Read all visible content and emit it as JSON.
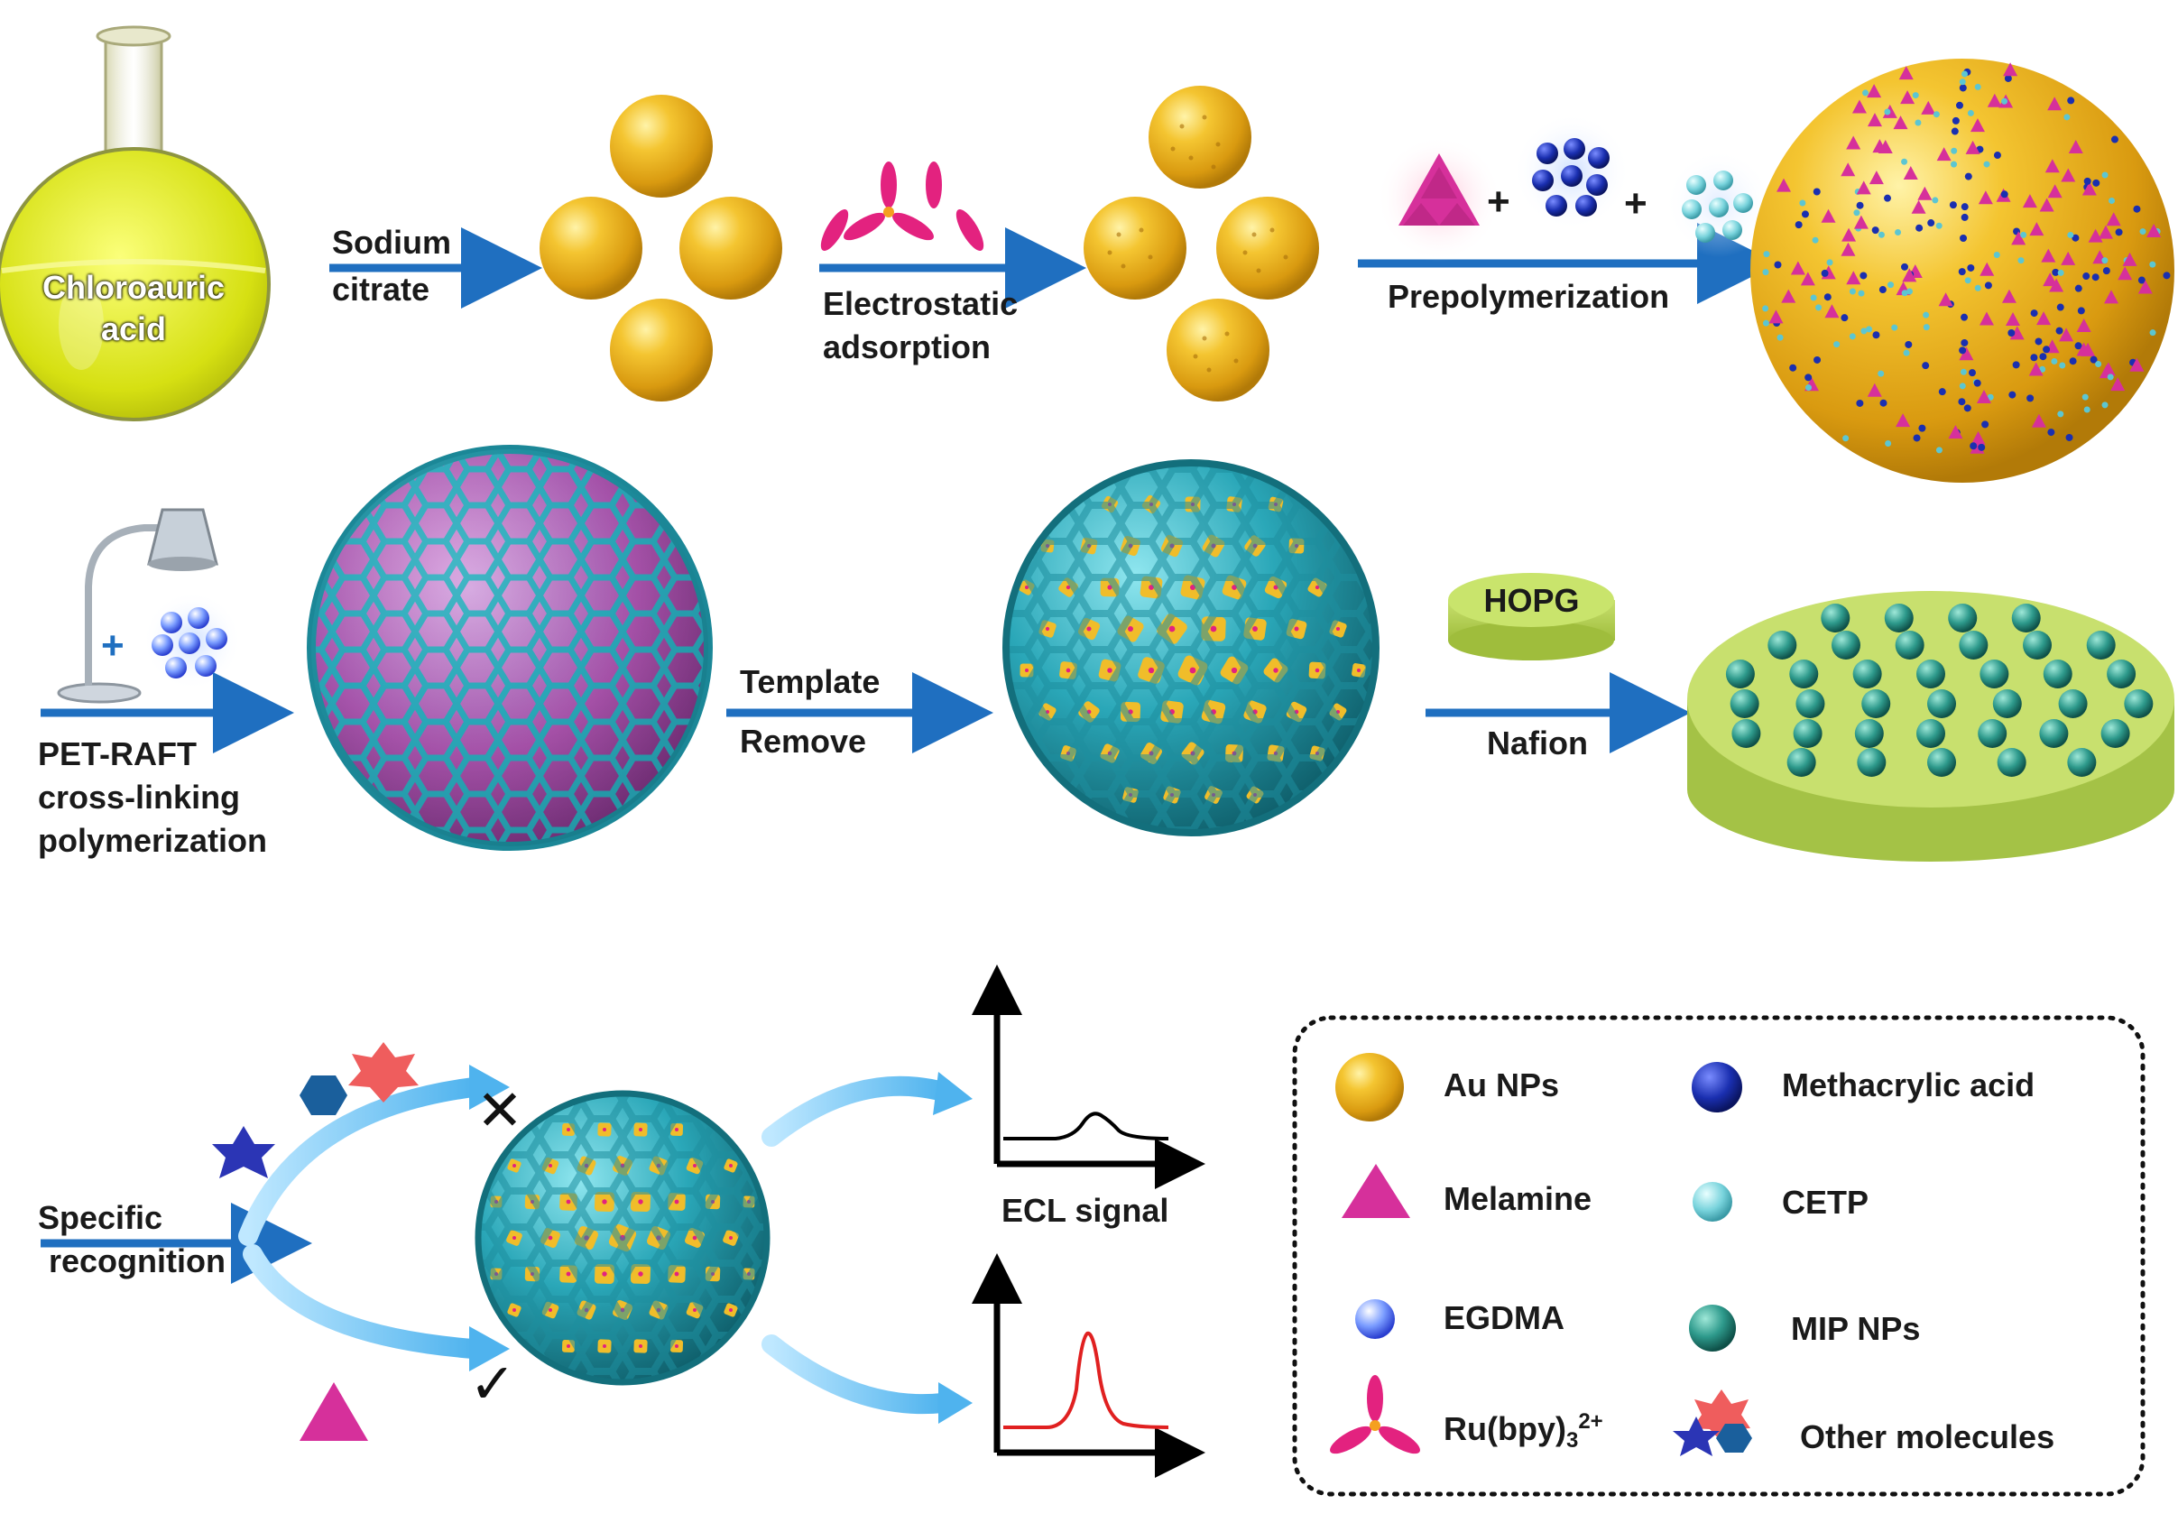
{
  "labels": {
    "chloroauric": [
      "Chloroauric",
      "acid"
    ],
    "sodium_citrate": [
      "Sodium",
      "citrate"
    ],
    "electrostatic": [
      "Electrostatic",
      "adsorption"
    ],
    "prepolymerization": "Prepolymerization",
    "plus": "+",
    "pet_raft": [
      "PET-RAFT",
      "cross-linking",
      "polymerization"
    ],
    "template_remove": [
      "Template",
      "Remove"
    ],
    "hopg": "HOPG",
    "nafion": "Nafion",
    "specific_recognition": [
      "Specific",
      "recognition"
    ],
    "ecl_signal": "ECL signal",
    "cross_mark": "✕",
    "check_mark": "✓"
  },
  "legend": {
    "au_nps": "Au NPs",
    "methacrylic_acid": "Methacrylic acid",
    "melamine": "Melamine",
    "cetp": "CETP",
    "egdma": "EGDMA",
    "mip_nps": "MIP NPs",
    "ru_bpy": "Ru(bpy)",
    "ru_sub": "3",
    "ru_sup": "2+",
    "other_molecules": "Other molecules"
  },
  "colors": {
    "gold": "#e9b51f",
    "teal_shell": "#2aa7b8",
    "magenta": "#d6309b",
    "arrow_blue": "#1f6fc0",
    "hopg_green": "#b6d35a",
    "signal_red": "#e02020"
  }
}
